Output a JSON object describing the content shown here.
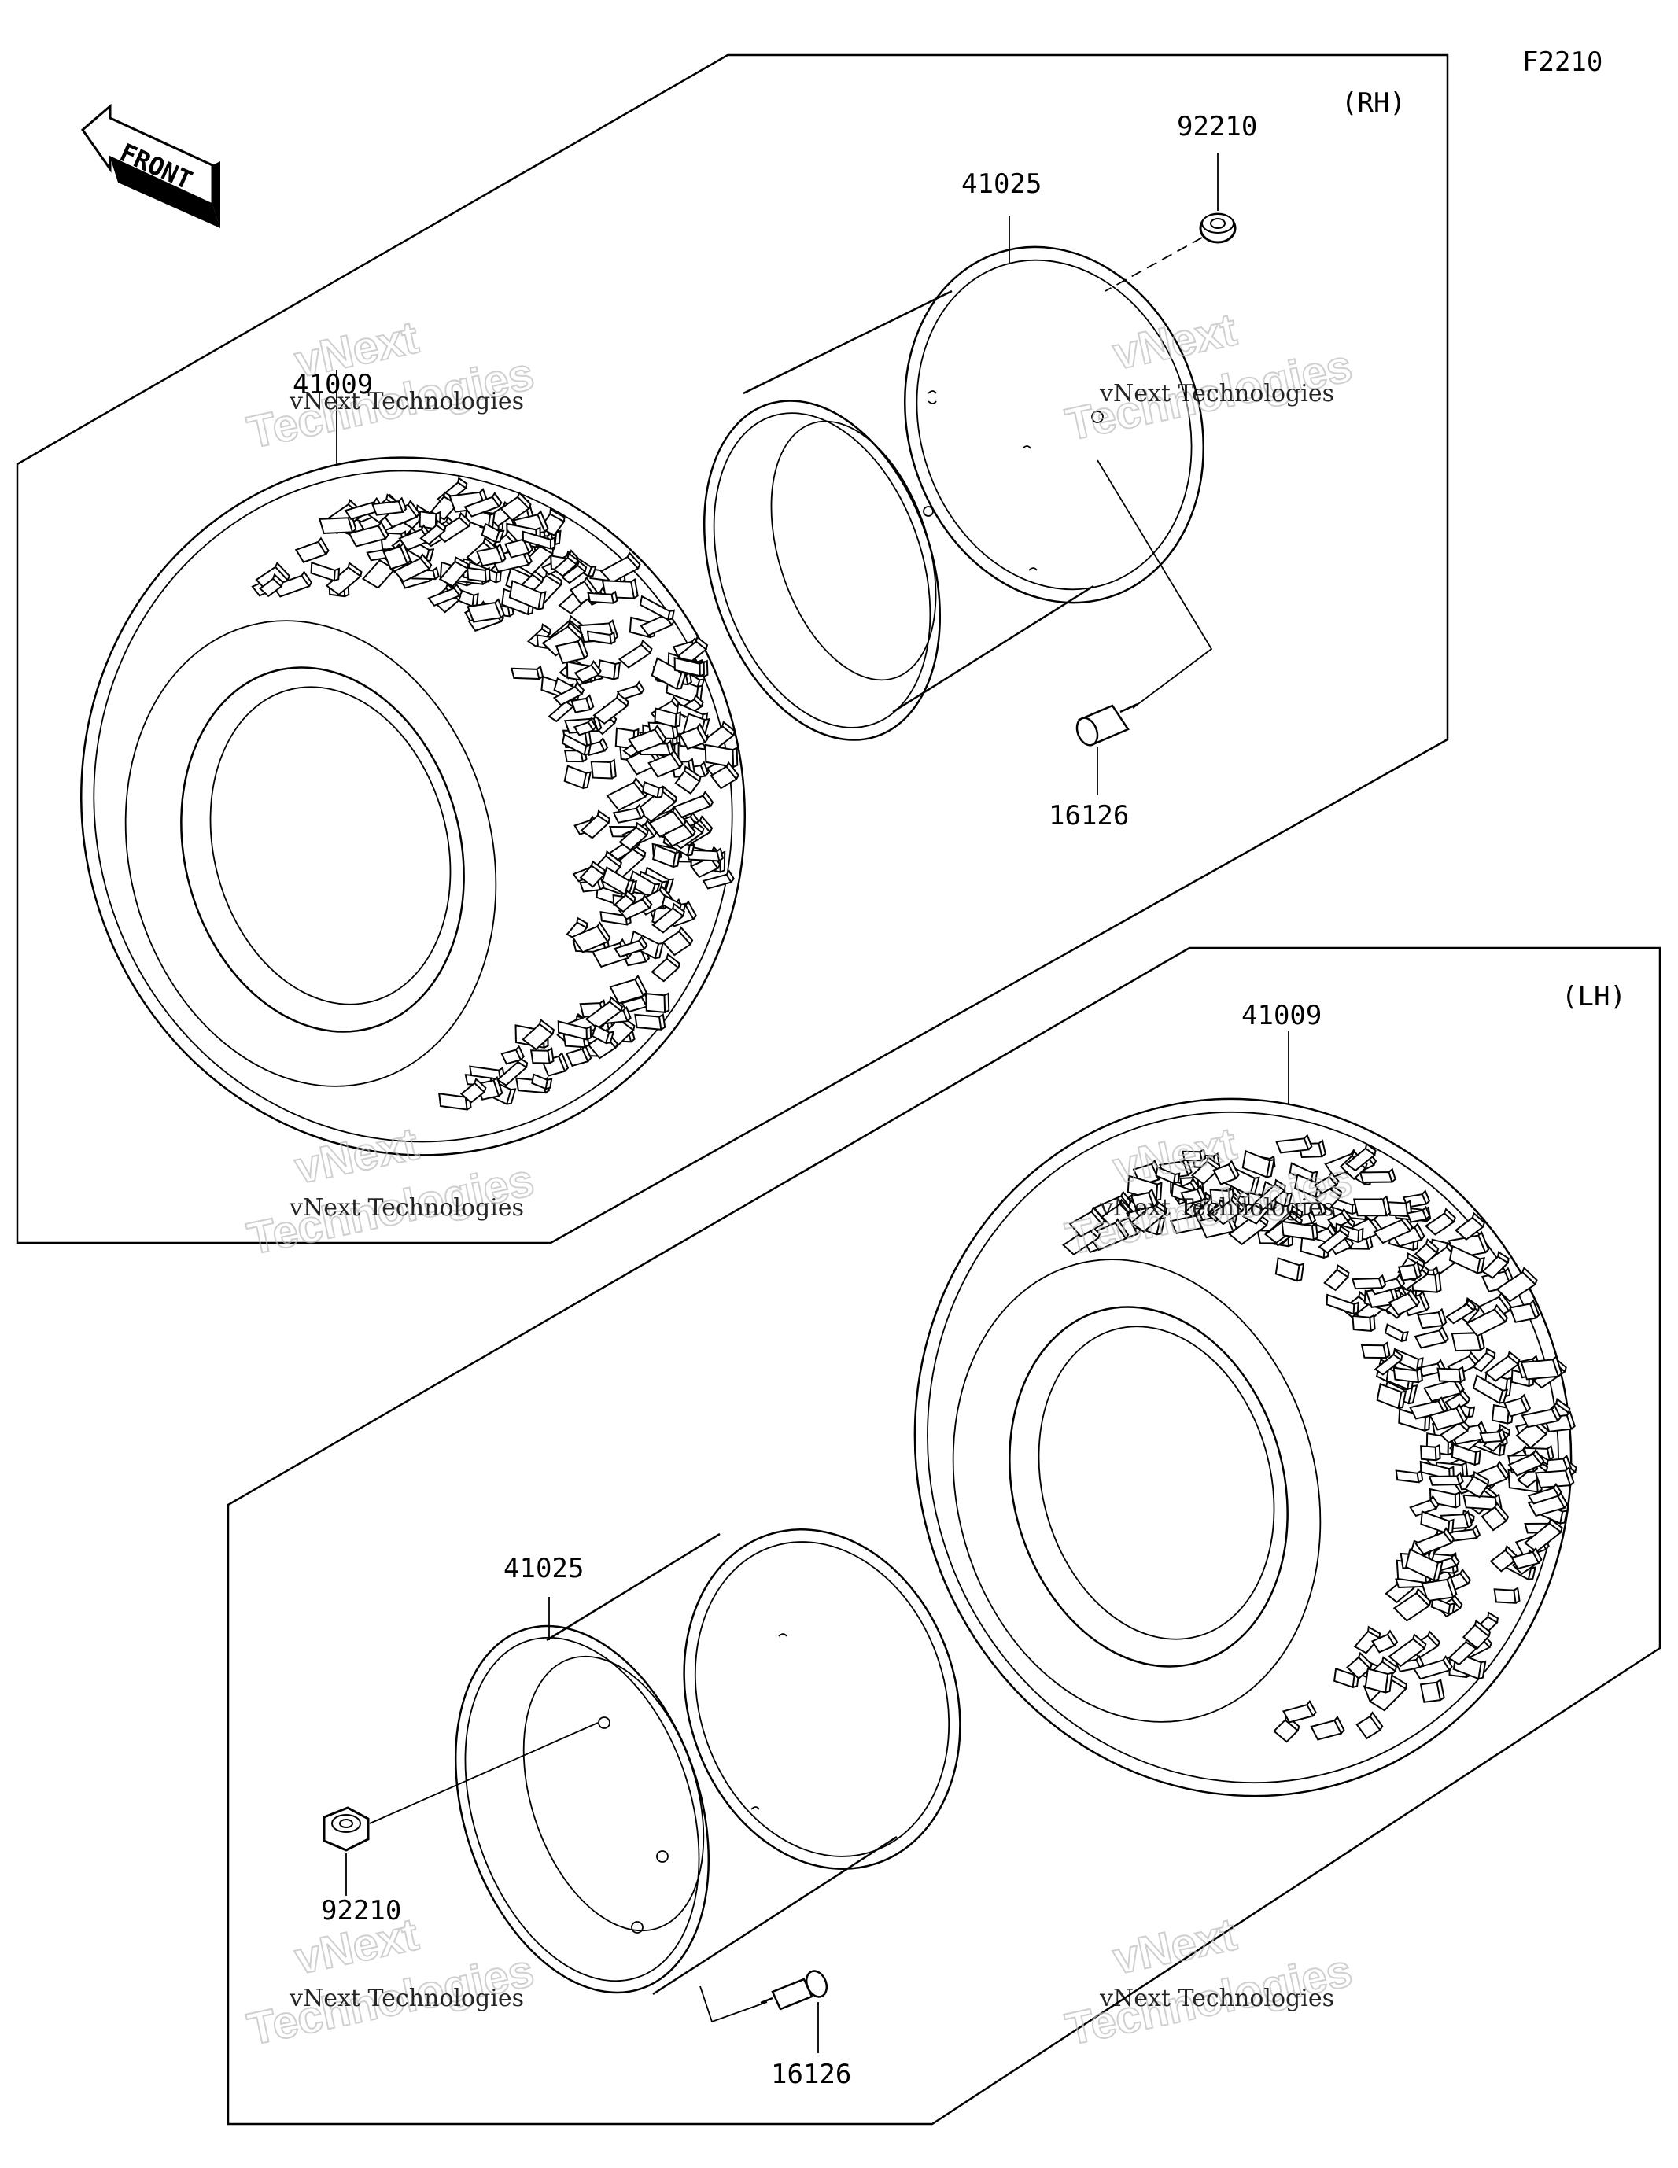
{
  "figure_code": "F2210",
  "front_label": "FRONT",
  "groups": {
    "rh": {
      "side_label": "(RH)"
    },
    "lh": {
      "side_label": "(LH)"
    }
  },
  "parts": {
    "rh_tire": "41009",
    "rh_wheel": "41025",
    "rh_nut": "92210",
    "rh_valve": "16126",
    "lh_tire": "41009",
    "lh_wheel": "41025",
    "lh_nut": "92210",
    "lh_valve": "16126"
  },
  "watermark": {
    "line1": "vNext Technologies",
    "big_top": "vNext",
    "big_bottom": "Technologies"
  }
}
